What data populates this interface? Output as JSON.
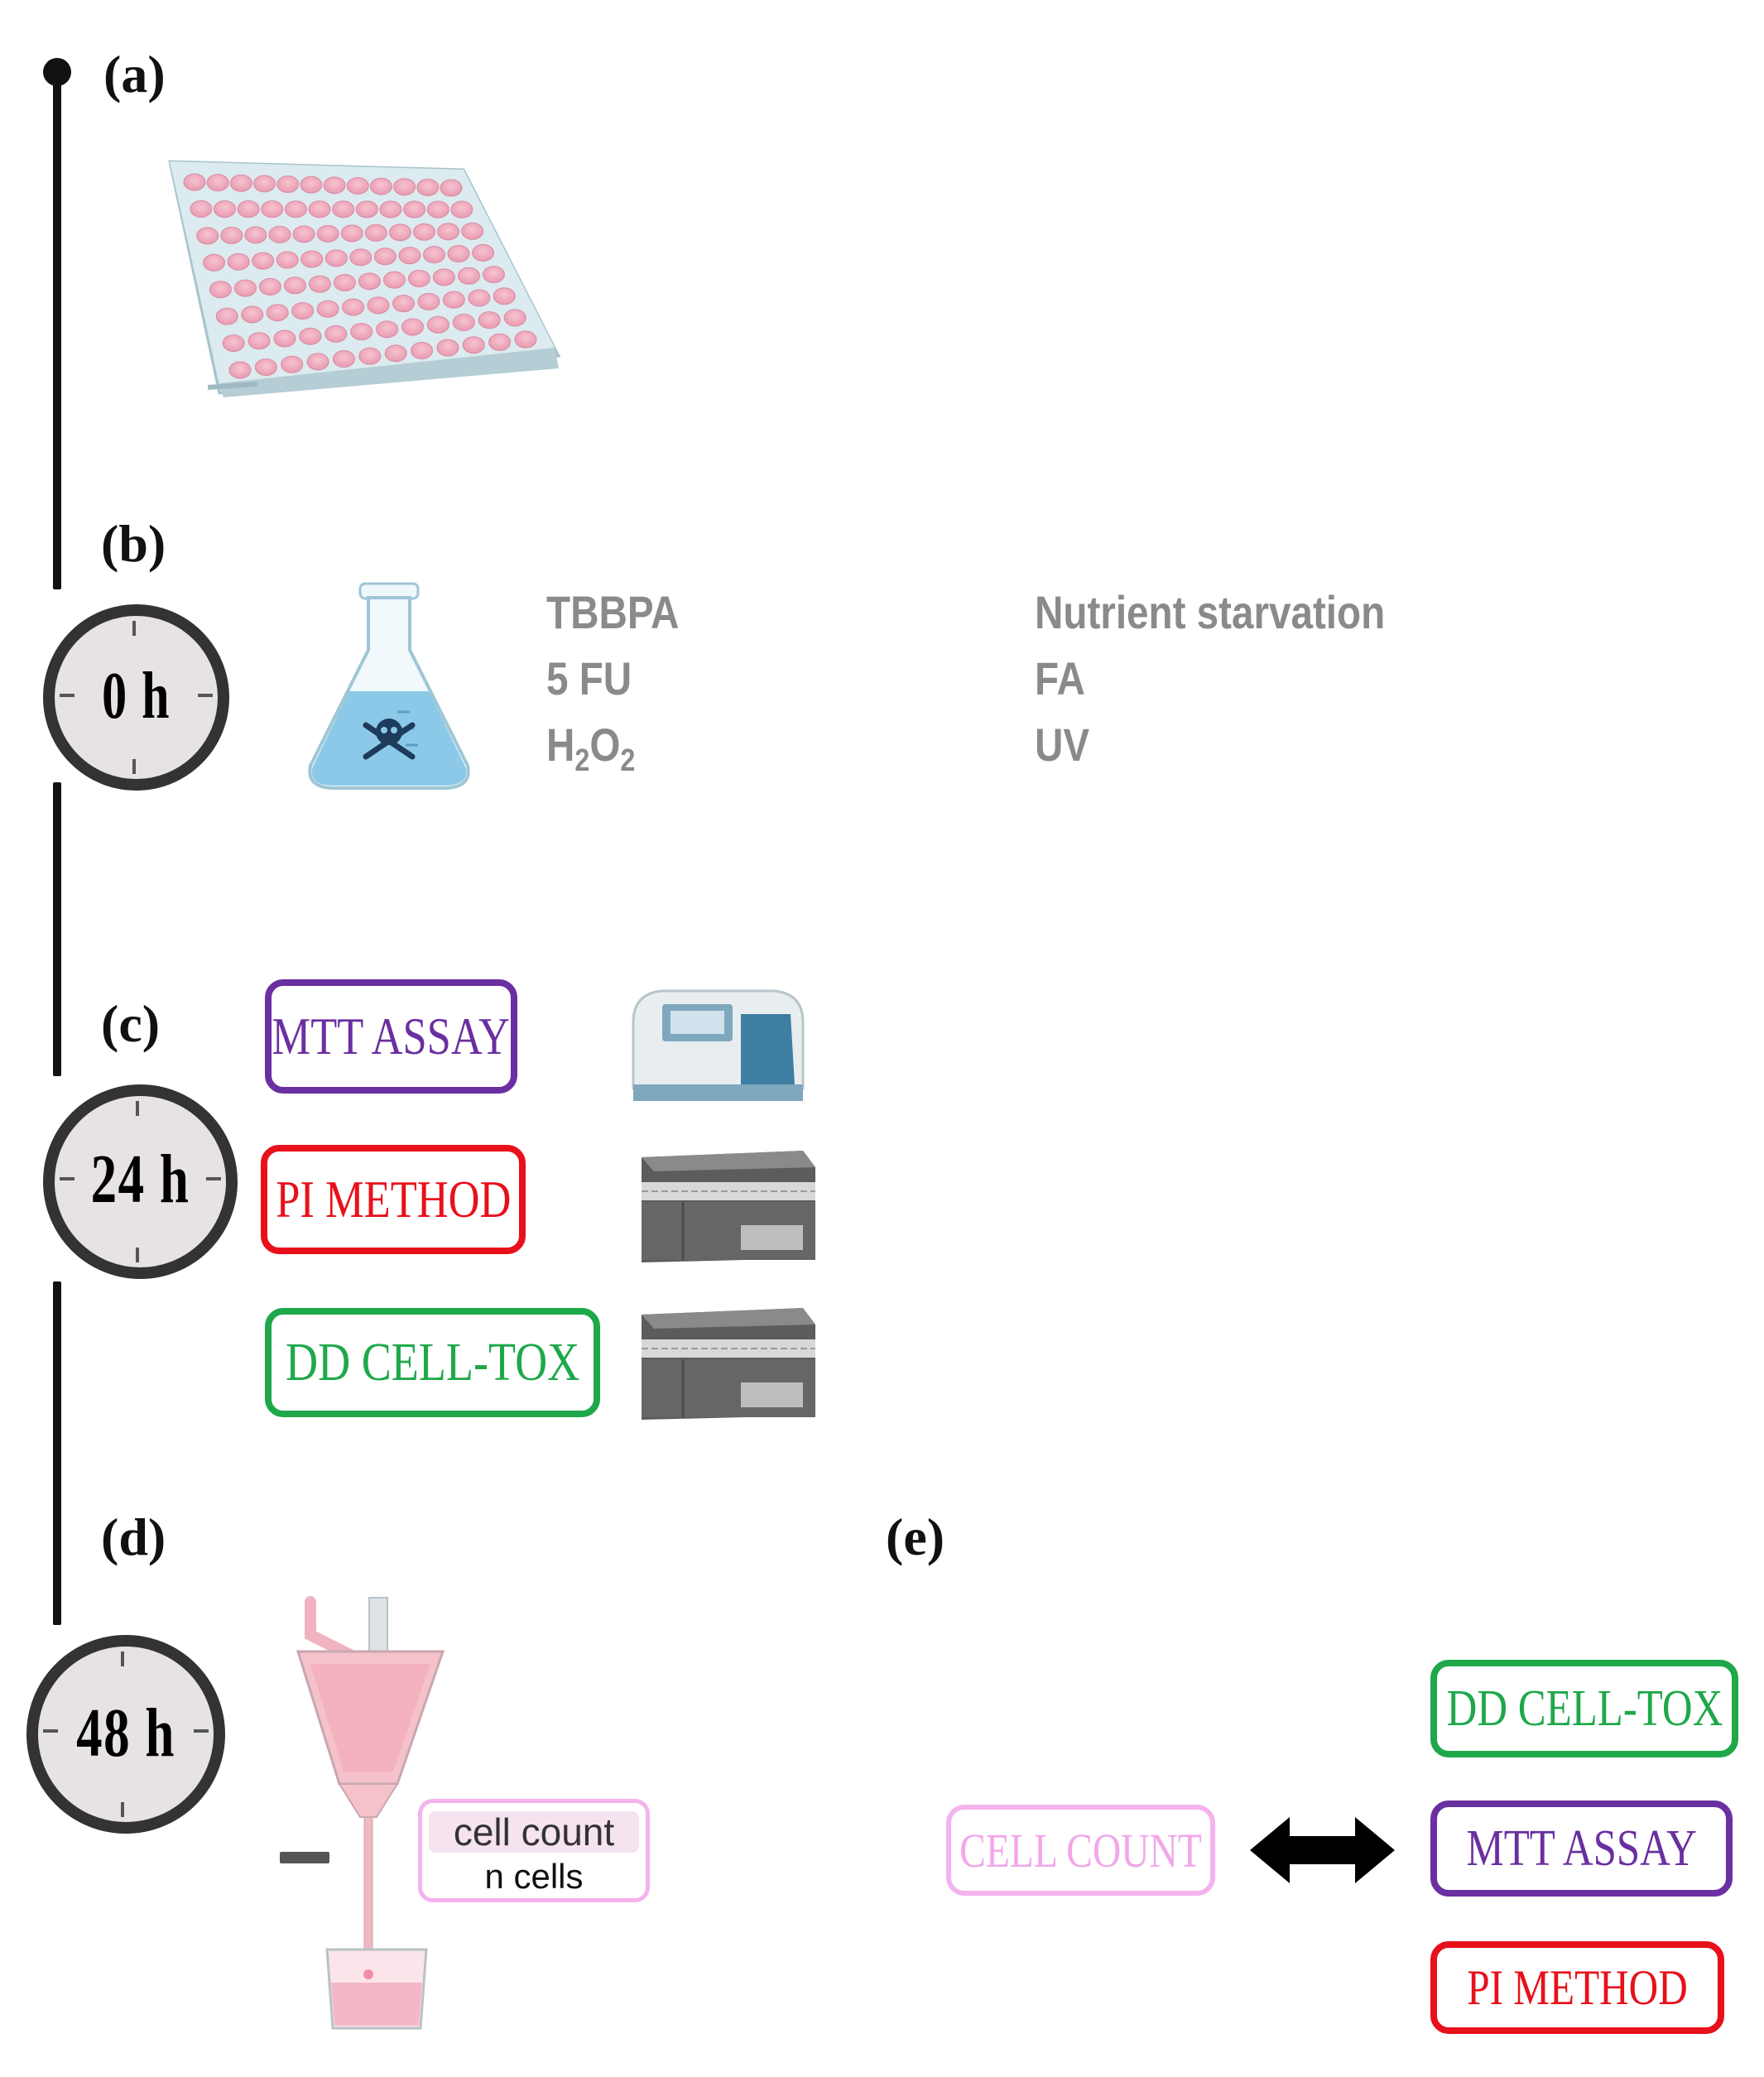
{
  "panels": {
    "a": "(a)",
    "b": "(b)",
    "c": "(c)",
    "d": "(d)",
    "e": "(e)"
  },
  "clocks": {
    "t0": "0 h",
    "t24": "24 h",
    "t48": "48 h"
  },
  "treatments": {
    "left": [
      "TBBPA",
      "5 FU",
      "H",
      "2",
      "O",
      "2"
    ],
    "right": [
      "Nutrient starvation",
      "FA",
      "UV"
    ]
  },
  "assays_c": {
    "mtt": "MTT ASSAY",
    "pi": "PI METHOD",
    "dd": "DD CELL-TOX"
  },
  "cell_counter": {
    "line1": "cell count",
    "line2": "n cells"
  },
  "assays_e": {
    "cell_count": "CELL COUNT",
    "dd": "DD CELL-TOX",
    "mtt": "MTT ASSAY",
    "pi": "PI METHOD"
  },
  "colors": {
    "mtt": "#6a2fa0",
    "pi": "#e8101a",
    "dd": "#1fa84a",
    "cell_count": "#f2a6ea",
    "treatment_text": "#8a8a8a"
  },
  "icons": [
    "well-plate-icon",
    "toxic-flask-icon",
    "spectrophotometer-icon",
    "fluorescence-reader-icon",
    "cell-filter-icon",
    "double-arrow-icon"
  ]
}
